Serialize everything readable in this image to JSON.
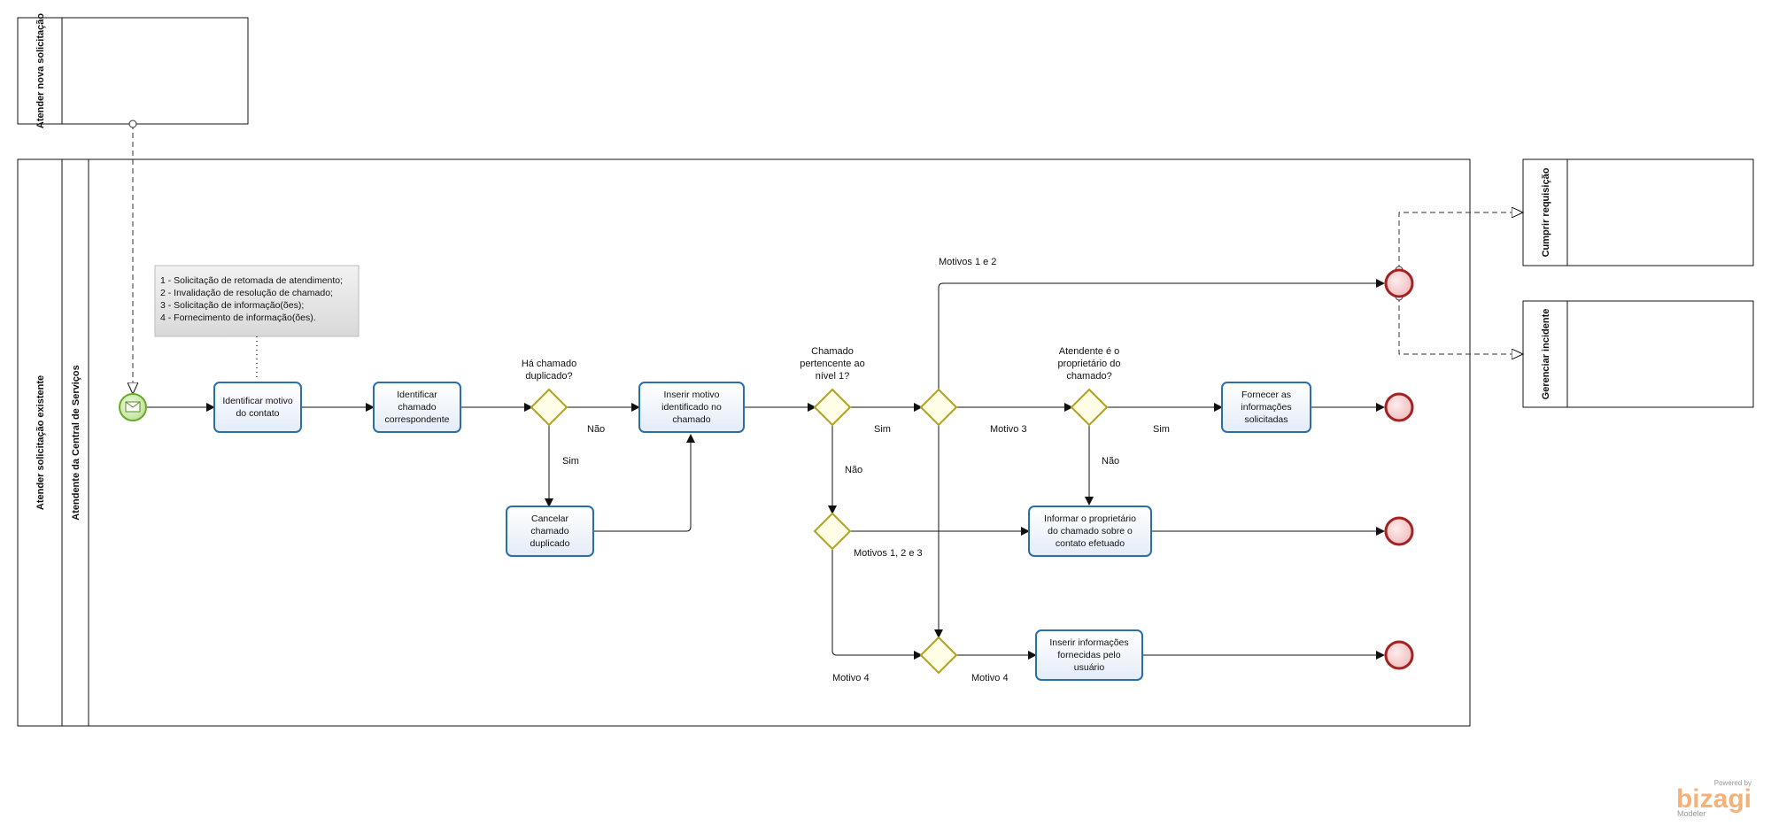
{
  "pools": {
    "top": "Atender nova solicitação",
    "main": "Atender solicitação existente",
    "lane": "Atendente da Central de Serviços",
    "right1": "Cumprir requisição",
    "right2": "Gerenciar incidente"
  },
  "annotation": {
    "lines": [
      "1 - Solicitação de retomada de atendimento;",
      "2 - Invalidação de resolução de chamado;",
      "3 - Solicitação de informação(ões);",
      "4 - Fornecimento de informação(ões)."
    ]
  },
  "tasks": {
    "identificar_motivo": [
      "Identificar motivo",
      "do contato"
    ],
    "identificar_chamado": [
      "Identificar",
      "chamado",
      "correspondente"
    ],
    "inserir_motivo": [
      "Inserir motivo",
      "identificado no",
      "chamado"
    ],
    "cancelar": [
      "Cancelar",
      "chamado",
      "duplicado"
    ],
    "fornecer": [
      "Fornecer as",
      "informações",
      "solicitadas"
    ],
    "informar_proprietario": [
      "Informar o proprietário",
      "do chamado sobre o",
      "contato efetuado"
    ],
    "inserir_informacoes": [
      "Inserir informações",
      "fornecidas pelo",
      "usuário"
    ]
  },
  "gateways": {
    "duplicado": [
      "Há chamado",
      "duplicado?"
    ],
    "nivel1": [
      "Chamado",
      "pertencente ao",
      "nível 1?"
    ],
    "proprietario": [
      "Atendente é o",
      "proprietário do",
      "chamado?"
    ]
  },
  "flow_labels": {
    "nao_duplicado": "Não",
    "sim_duplicado": "Sim",
    "sim_nivel1": "Sim",
    "nao_nivel1": "Não",
    "motivos_1_2": "Motivos 1 e 2",
    "motivo_3": "Motivo 3",
    "sim_proprietario": "Sim",
    "nao_proprietario": "Não",
    "motivos_1_2_3": "Motivos 1, 2 e 3",
    "motivo_4_left": "Motivo 4",
    "motivo_4_right": "Motivo 4"
  },
  "branding": {
    "powered": "Powered by",
    "name": "bizagi",
    "product": "Modeler"
  },
  "colors": {
    "task_border": "#2a6fa8",
    "task_fill": "#f4f7fd",
    "gateway_border": "#b0a21e",
    "gateway_fill": "#fffde6",
    "start_border": "#6aaa2a",
    "start_fill": "#d8f0b8",
    "end_border": "#a52222",
    "end_fill": "#f6d2d2",
    "annotation_fill": "#e8e8e8"
  }
}
